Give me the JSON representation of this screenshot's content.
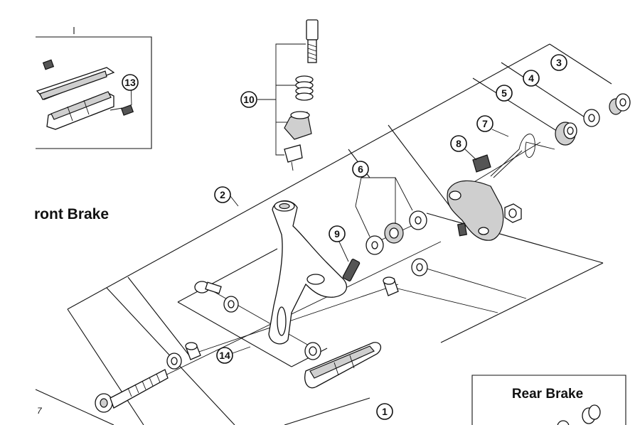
{
  "headings": {
    "front": "ront Brake",
    "rear": "Rear Brake"
  },
  "stray_mark": "7",
  "callouts": {
    "c1": "1",
    "c2": "2",
    "c3": "3",
    "c4": "4",
    "c5": "5",
    "c6": "6",
    "c7": "7",
    "c8": "8",
    "c9": "9",
    "c10": "10",
    "c13": "13",
    "c14": "14"
  }
}
